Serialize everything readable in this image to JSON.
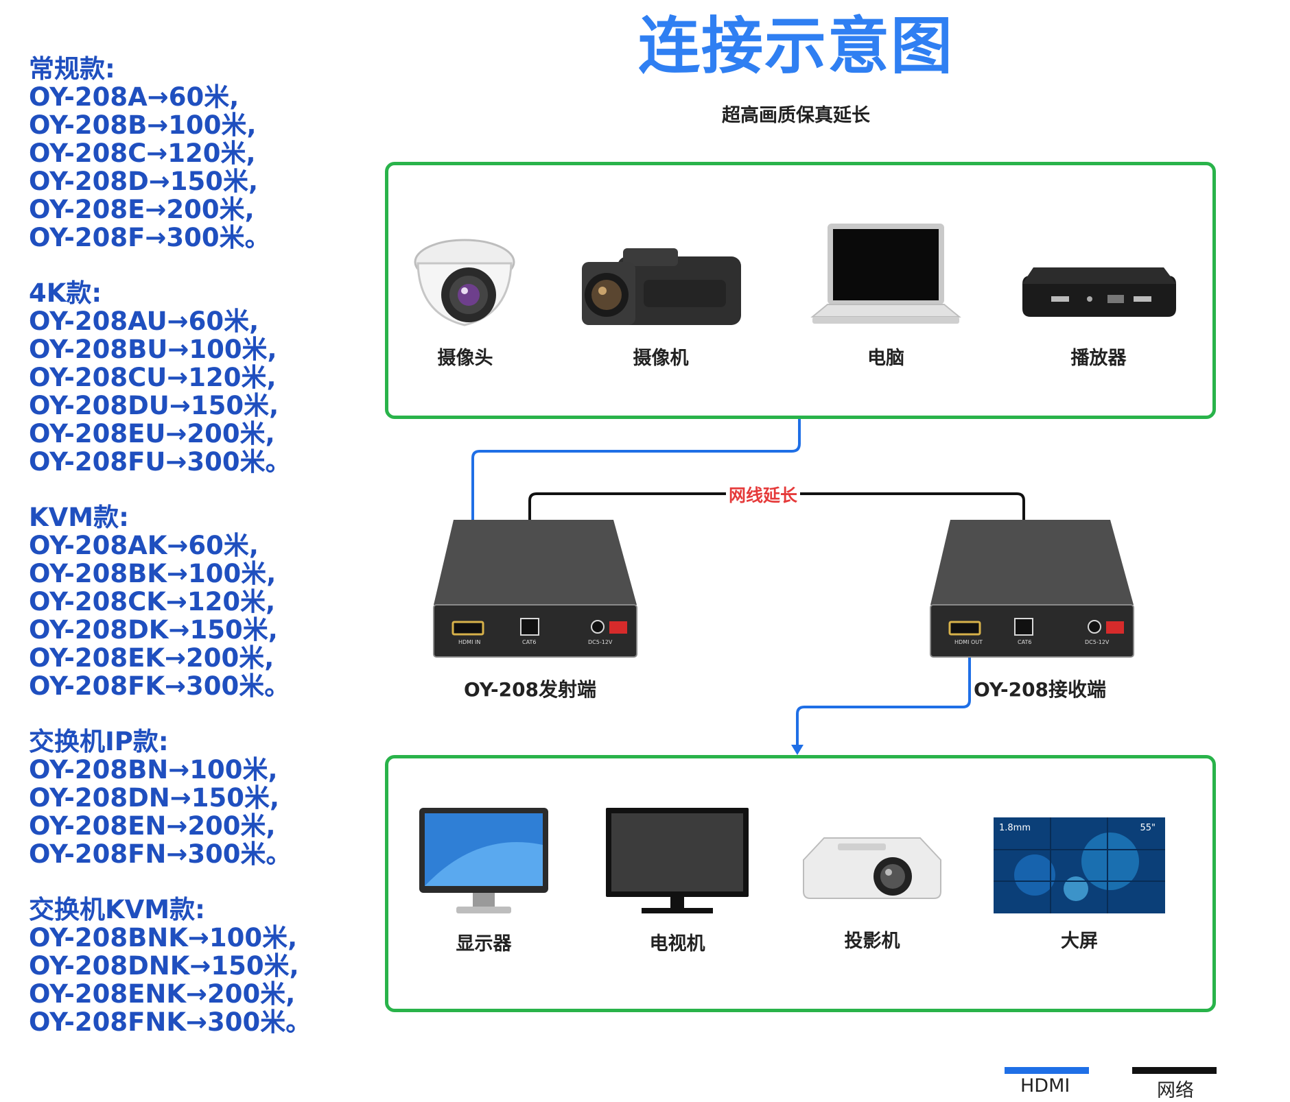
{
  "title": "连接示意图",
  "subtitle": "超高画质保真延长",
  "model_groups": [
    {
      "title": "常规款:",
      "items": [
        "OY-208A→60米,",
        "OY-208B→100米,",
        "OY-208C→120米,",
        "OY-208D→150米,",
        "OY-208E→200米,",
        "OY-208F→300米。"
      ]
    },
    {
      "title": "4K款:",
      "items": [
        "OY-208AU→60米,",
        "OY-208BU→100米,",
        "OY-208CU→120米,",
        "OY-208DU→150米,",
        "OY-208EU→200米,",
        "OY-208FU→300米。"
      ]
    },
    {
      "title": "KVM款:",
      "items": [
        "OY-208AK→60米,",
        "OY-208BK→100米,",
        "OY-208CK→120米,",
        "OY-208DK→150米,",
        "OY-208EK→200米,",
        "OY-208FK→300米。"
      ]
    },
    {
      "title": "交换机IP款:",
      "items": [
        "OY-208BN→100米,",
        "OY-208DN→150米,",
        "OY-208EN→200米,",
        "OY-208FN→300米。"
      ]
    },
    {
      "title": "交换机KVM款:",
      "items": [
        "OY-208BNK→100米,",
        "OY-208DNK→150米,",
        "OY-208ENK→200米,",
        "OY-208FNK→300米。"
      ]
    }
  ],
  "sources": {
    "camera": "摄像头",
    "camcorder": "摄像机",
    "computer": "电脑",
    "player": "播放器"
  },
  "displays": {
    "monitor": "显示器",
    "tv": "电视机",
    "projector": "投影机",
    "big_screen": "大屏",
    "big_screen_bezel": "1.8mm",
    "big_screen_size": "55\""
  },
  "transmitter": {
    "label": "OY-208发射端",
    "port_hdmi": "HDMI IN",
    "port_cat": "CAT6",
    "port_dc": "DC5-12V"
  },
  "receiver": {
    "label": "OY-208接收端",
    "port_hdmi": "HDMI OUT",
    "port_cat": "CAT6",
    "port_dc": "DC5-12V"
  },
  "network_extension": "网线延长",
  "legend": {
    "hdmi": {
      "label": "HDMI",
      "color": "#1f6fe6"
    },
    "network": {
      "label": "网络",
      "color": "#111111"
    }
  },
  "colors": {
    "frame": "#29b34a",
    "title": "#2f7ff2",
    "model_text": "#1f4fbf",
    "network_label": "#e53a3a"
  }
}
